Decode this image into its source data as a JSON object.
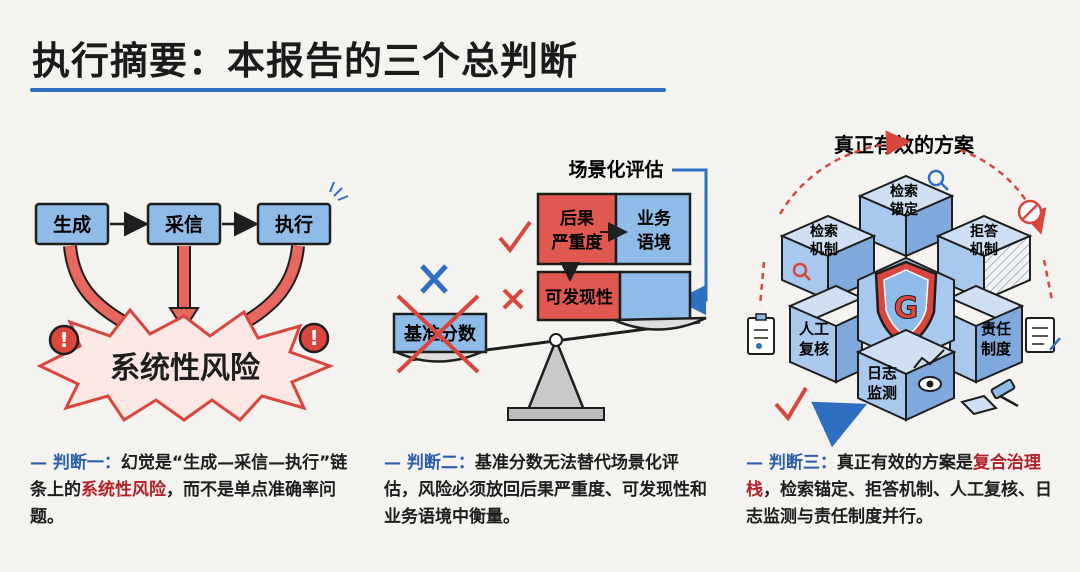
{
  "title": "执行摘要：本报告的三个总判断",
  "panel1": {
    "nodes": [
      "生成",
      "采信",
      "执行"
    ],
    "risk_label": "系统性风险",
    "caption": {
      "lead": "— 判断一：",
      "text1": "幻觉是“生成—采信—执行”链条上的",
      "highlight": "系统性风险",
      "text2": "，而不是单点准确率问题。"
    }
  },
  "panel2": {
    "scene_label": "场景化评估",
    "piece_severity": "后果\n严重度",
    "piece_severity_l1": "后果",
    "piece_severity_l2": "严重度",
    "piece_context_l1": "业务",
    "piece_context_l2": "语境",
    "piece_detect": "可发现性",
    "baseline_label": "基准分数",
    "caption": {
      "lead": "— 判断二：",
      "text": "基准分数无法替代场景化评估，风险必须放回后果严重度、可发现性和业务语境中衡量。"
    }
  },
  "panel3": {
    "heading": "真正有效的方案",
    "cubes": {
      "top": [
        "检索",
        "锚定"
      ],
      "left": [
        "检索",
        "机制"
      ],
      "right": [
        "拒答",
        "机制"
      ],
      "mid_left": [
        "人工",
        "复核"
      ],
      "mid_right": [
        "责任",
        "制度"
      ],
      "bottom": [
        "日志",
        "监测"
      ]
    },
    "shield_letter": "G",
    "caption": {
      "lead": "— 判断三：",
      "text1": "真正有效的方案是",
      "highlight": "复合治理栈",
      "text2": "，检索锚定、拒答机制、人工复核、日志监测与责任制度并行。"
    }
  },
  "colors": {
    "blue": "#2f6fc2",
    "box_blue": "#7fb0e6",
    "red": "#d9463e",
    "dark": "#1e1e1e"
  }
}
